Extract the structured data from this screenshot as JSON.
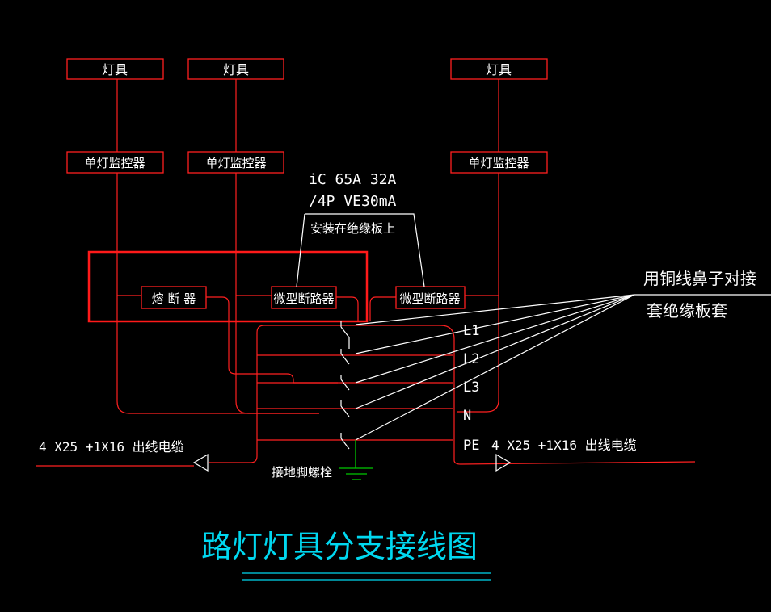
{
  "lamp_label": "灯具",
  "monitor_label": "单灯监控器",
  "fuse_label": "熔 断 器",
  "breaker_label": "微型断路器",
  "spec_line1": "iC 65A 32A",
  "spec_line2": "/4P VE30mA",
  "mount_note": "安装在绝缘板上",
  "copper_note_line1": "用铜线鼻子对接",
  "copper_note_line2": "套绝缘板套",
  "phase_labels": [
    "L1",
    "L2",
    "L3",
    "N",
    "PE"
  ],
  "cable_left": "4 X25 +1X16  出线电缆",
  "cable_right": "4 X25 +1X16  出线电缆",
  "ground_label": "接地脚螺栓",
  "title": "路灯灯具分支接线图",
  "colors": {
    "red": "#ff2020",
    "white": "#ffffff",
    "cyan": "#00d8f0",
    "green": "#00c800",
    "highlight": "#ff1a1a"
  }
}
